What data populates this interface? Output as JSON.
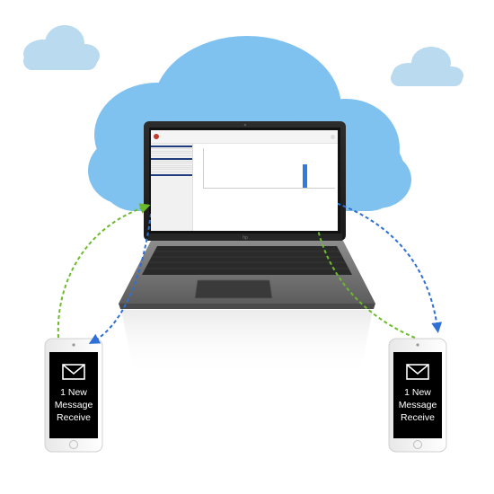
{
  "icons": {
    "cloud": "cloud-icon",
    "laptop": "laptop-icon",
    "phone": "smartphone-icon",
    "envelope": "envelope-icon",
    "arrow": "dashed-arrow-icon"
  },
  "colors": {
    "cloud": "#7fc1ef",
    "small_cloud": "#b9daef",
    "green_arrow": "#6dbb2c",
    "blue_arrow": "#2f6fd6",
    "phone_screen": "#000000"
  },
  "phone_left": {
    "line1": "1 New",
    "line2": "Message",
    "line3": "Receive"
  },
  "phone_right": {
    "line1": "1 New",
    "line2": "Message",
    "line3": "Receive"
  }
}
